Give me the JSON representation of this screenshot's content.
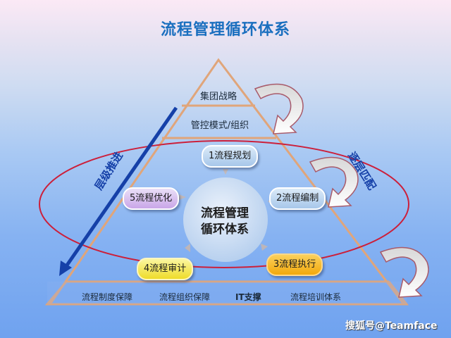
{
  "title": "流程管理循环体系",
  "pyramid": {
    "top": "集团战略",
    "second": "管控模式/组织"
  },
  "cycle": {
    "center_line1": "流程管理",
    "center_line2": "循环体系",
    "steps": [
      {
        "label": "1流程规划",
        "color": "#a7c7ea"
      },
      {
        "label": "2流程编制",
        "color": "#a7c7ea"
      },
      {
        "label": "3流程执行",
        "color": "#f2a90c"
      },
      {
        "label": "4流程审计",
        "color": "#eedc2a"
      },
      {
        "label": "5流程优化",
        "color": "#c9a6e8"
      }
    ]
  },
  "side_labels": {
    "left": "层级推进",
    "right": "逐层匹配"
  },
  "base": {
    "items": [
      "流程制度保障",
      "流程组织保障",
      "IT支撑",
      "流程培训体系"
    ]
  },
  "watermark": "搜狐号@Teamface",
  "colors": {
    "title": "#1a6fbf",
    "pyramid_line": "#e0a57a",
    "ellipse": "#cc1f3a",
    "arrow_blue": "#1540a8"
  }
}
